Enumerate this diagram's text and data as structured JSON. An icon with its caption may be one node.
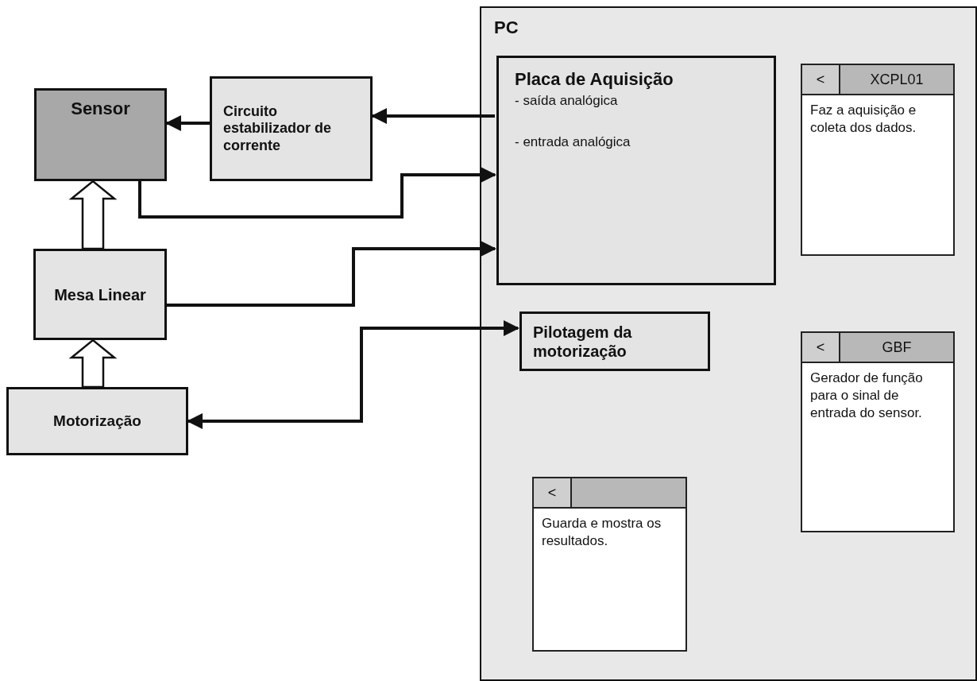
{
  "diagram": {
    "nodes": [
      {
        "text": [
          "PC"
        ]
      },
      {
        "text": [
          "Placa de Aquisição",
          "- saída analógica",
          "- entrada analógica"
        ],
        "in": 0
      },
      {
        "text": [
          "<",
          "XCPL01",
          "Faz a aquisição e coleta dos dados."
        ],
        "in": 0
      },
      {
        "text": [
          "Pilotagem da motorização"
        ],
        "in": 0
      },
      {
        "text": [
          "<",
          "GBF",
          "Gerador de função para o sinal de entrada do sensor."
        ],
        "in": 0
      },
      {
        "text": [
          "<",
          "Guarda e mostra os resultados."
        ],
        "in": 0
      },
      {
        "text": [
          "Sensor"
        ]
      },
      {
        "text": [
          "Circuito estabilizador de corrente"
        ]
      },
      {
        "text": [
          "Mesa Linear"
        ]
      },
      {
        "text": [
          "Motorização"
        ]
      }
    ],
    "edges": [
      {
        "from": 1,
        "to": 7,
        "arrow": "to"
      },
      {
        "from": 7,
        "to": 6,
        "arrow": "to"
      },
      {
        "from": 6,
        "to": 1,
        "arrow": "to"
      },
      {
        "from": 8,
        "to": 1,
        "arrow": "to"
      },
      {
        "from": 3,
        "to": 9,
        "arrow": "both"
      },
      {
        "from": 9,
        "to": 8,
        "arrow": "to",
        "style": "thick"
      },
      {
        "from": 8,
        "to": 6,
        "arrow": "to",
        "style": "thick"
      }
    ]
  }
}
